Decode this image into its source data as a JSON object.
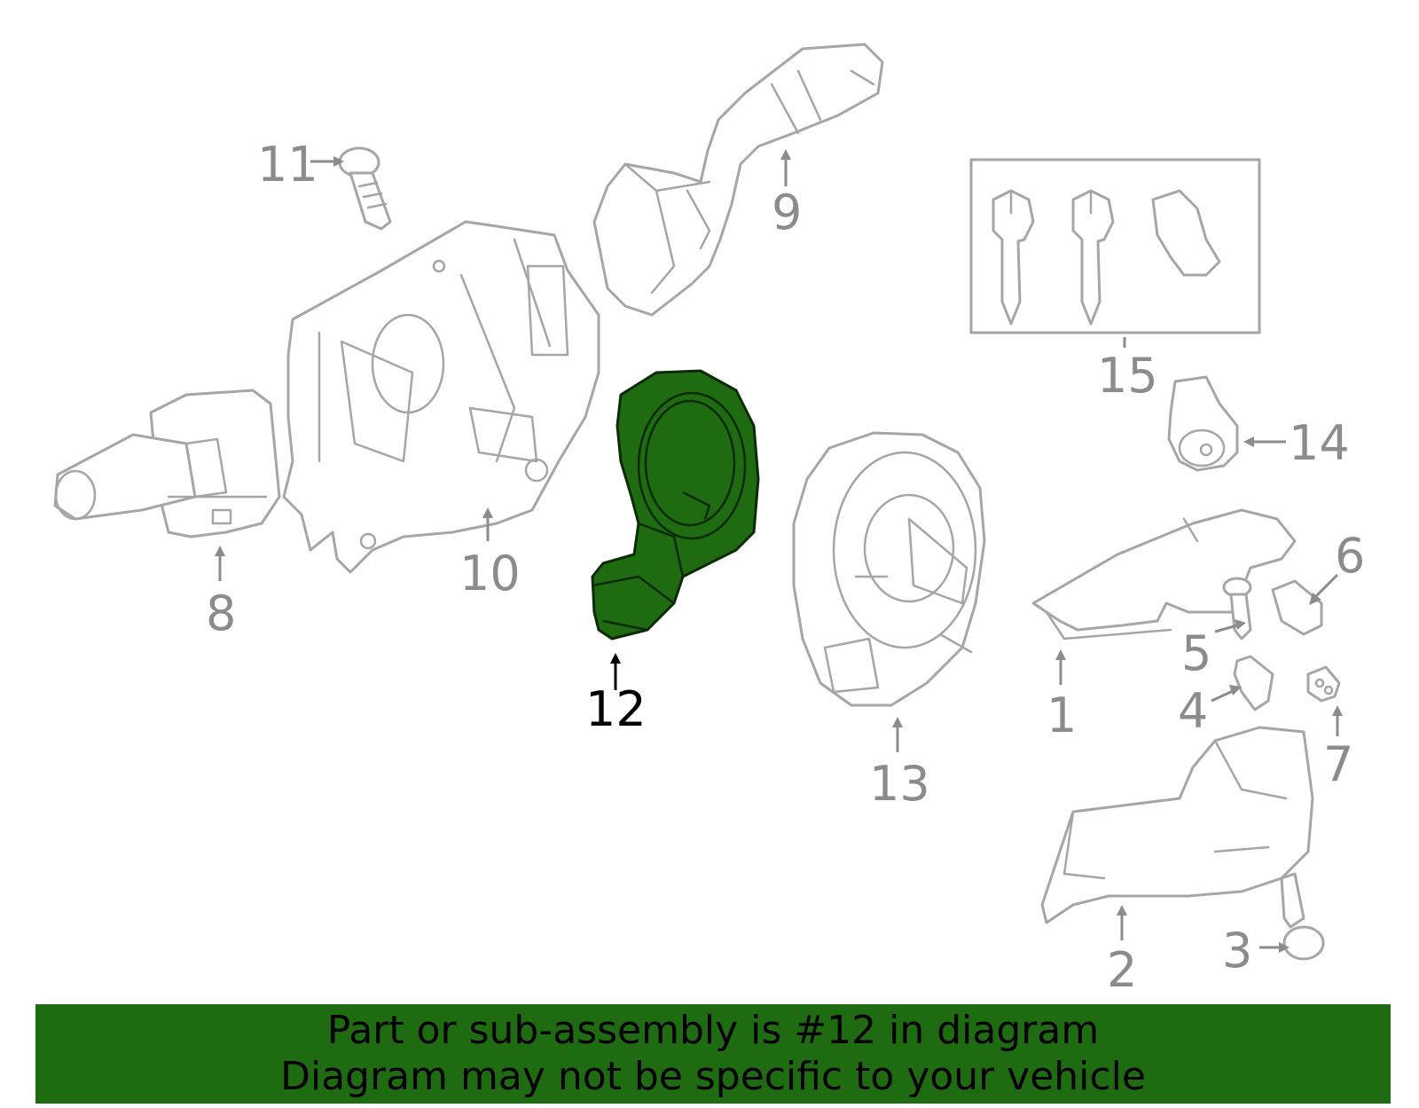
{
  "highlight_color": "#1f6b12",
  "callouts": [
    {
      "id": "1",
      "label": "1"
    },
    {
      "id": "2",
      "label": "2"
    },
    {
      "id": "3",
      "label": "3"
    },
    {
      "id": "4",
      "label": "4"
    },
    {
      "id": "5",
      "label": "5"
    },
    {
      "id": "6",
      "label": "6"
    },
    {
      "id": "7",
      "label": "7"
    },
    {
      "id": "8",
      "label": "8"
    },
    {
      "id": "9",
      "label": "9"
    },
    {
      "id": "10",
      "label": "10"
    },
    {
      "id": "11",
      "label": "11"
    },
    {
      "id": "12",
      "label": "12",
      "highlighted": true
    },
    {
      "id": "13",
      "label": "13"
    },
    {
      "id": "14",
      "label": "14"
    },
    {
      "id": "15",
      "label": "15"
    }
  ],
  "banner": {
    "line1": "Part or sub-assembly is #12 in diagram",
    "line2": "Diagram may not be specific to your vehicle"
  }
}
